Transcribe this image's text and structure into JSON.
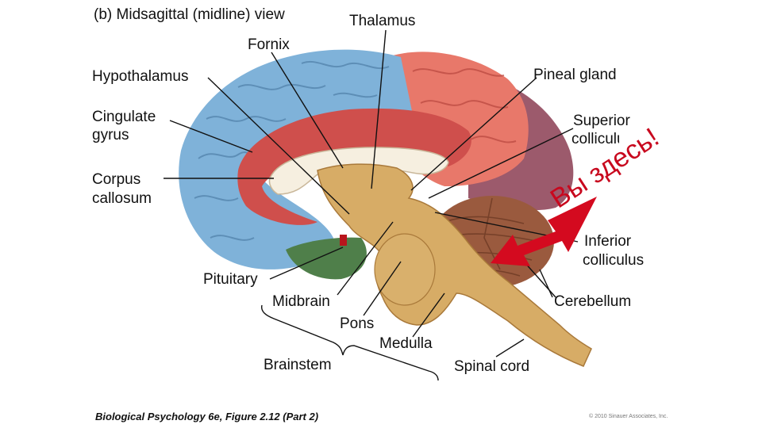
{
  "figure": {
    "panel_letter": "(b)",
    "heading": "Midsagittal (midline) view",
    "caption": "Biological Psychology 6e, Figure 2.12 (Part 2)",
    "copyright": "© 2010 Sinauer Associates, Inc."
  },
  "labels": {
    "thalamus": "Thalamus",
    "fornix": "Fornix",
    "hypothalamus": "Hypothalamus",
    "pineal_gland": "Pineal gland",
    "cingulate_1": "Cingulate",
    "cingulate_2": "gyrus",
    "superior_1": "Superior",
    "superior_2": "colliculus",
    "corpus_1": "Corpus",
    "corpus_2": "callosum",
    "inferior_1": "Inferior",
    "inferior_2": "colliculus",
    "pituitary": "Pituitary",
    "midbrain": "Midbrain",
    "cerebellum": "Cerebellum",
    "pons": "Pons",
    "medulla": "Medulla",
    "brainstem": "Brainstem",
    "spinal_cord": "Spinal cord"
  },
  "annotation": {
    "text": "Вы здесь!",
    "color": "#d40a1f"
  },
  "colors": {
    "frontal_blue": "#7fb2d9",
    "parietal_salmon": "#e8786a",
    "occipital_plum": "#9c5a6c",
    "cingulate_red": "#cf4f4c",
    "corpus_cream": "#f6efe0",
    "brainstem_tan": "#d7ac66",
    "cerebellum_brown": "#9a5a3e",
    "temporal_green": "#4f7f4a",
    "pituitary_red": "#b8151c"
  }
}
